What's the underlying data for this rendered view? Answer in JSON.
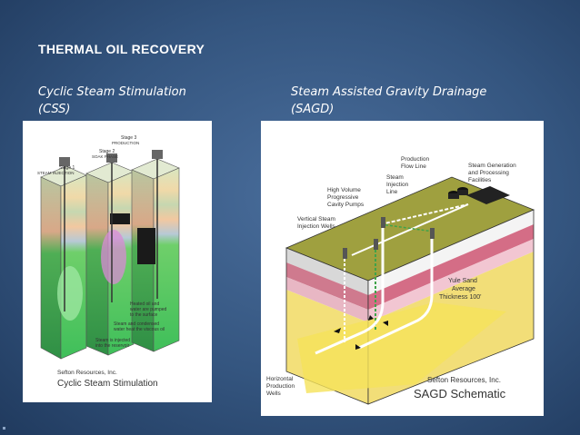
{
  "slide": {
    "title": "THERMAL OIL RECOVERY",
    "left_caption_line1": "Cyclic Steam Stimulation",
    "left_caption_line2": "(CSS)",
    "right_caption_line1": "Steam Assisted Gravity Drainage",
    "right_caption_line2": "(SAGD)"
  },
  "css_diagram": {
    "stage3": "Stage 3",
    "production": "PRODUCTION",
    "stage2": "Stage 2",
    "soak_phase": "SOAK PHASE",
    "stage1": "Stage 1",
    "steam_injection": "STEAM INJECTION",
    "note_heated_1": "Heated oil and",
    "note_heated_2": "water are pumped",
    "note_heated_3": "to the surface",
    "note_steam_1": "Steam and condensed",
    "note_steam_2": "water heat the viscous oil",
    "note_inject_1": "Steam is injected",
    "note_inject_2": "into the reservoir",
    "company": "Sefton Resources, Inc.",
    "caption": "Cyclic Steam Stimulation"
  },
  "sagd_diagram": {
    "production_flow_1": "Production",
    "production_flow_2": "Flow Line",
    "steam_gen_1": "Steam Generation",
    "steam_gen_2": "and Processing",
    "steam_gen_3": "Facilities",
    "steam_inj_1": "Steam",
    "steam_inj_2": "Injection",
    "steam_inj_3": "Line",
    "pumps_1": "High Volume",
    "pumps_2": "Progressive",
    "pumps_3": "Cavity Pumps",
    "vert_1": "Vertical Steam",
    "vert_2": "Injection Wells",
    "yule_1": "Yule Sand",
    "yule_2": "Average",
    "yule_3": "Thickness 100'",
    "horiz_1": "Horizontal",
    "horiz_2": "Production",
    "horiz_3": "Wells",
    "company": "Sefton Resources, Inc.",
    "caption": "SAGD Schematic"
  }
}
